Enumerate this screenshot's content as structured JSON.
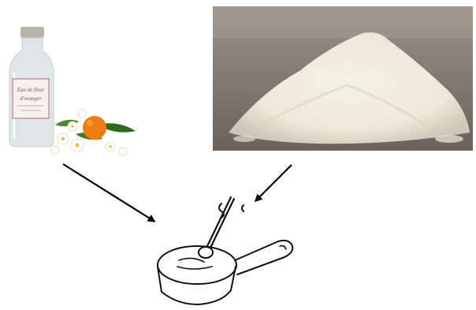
{
  "bottle": {
    "label_line1": "Eau de fleur",
    "label_line2": "d'oranger",
    "brand": "",
    "colors": {
      "glass": "#dfe7e6",
      "cap": "#b9b3a8",
      "label_frame": "#cf8f95",
      "orange": "#ee7d13",
      "leaf": "#2f6a1f"
    }
  },
  "flour": {
    "colors": {
      "background_top": "#9a918a",
      "background_bottom": "#6b625c",
      "pile": "#ece8da",
      "pile_shadow": "#cfc8b8"
    }
  },
  "saucepan": {
    "style": "line-drawing",
    "colors": {
      "ink": "#111111"
    }
  },
  "arrows": {
    "color": "#000000",
    "count": 2,
    "from": [
      "bottle",
      "flour"
    ],
    "to": "saucepan"
  }
}
